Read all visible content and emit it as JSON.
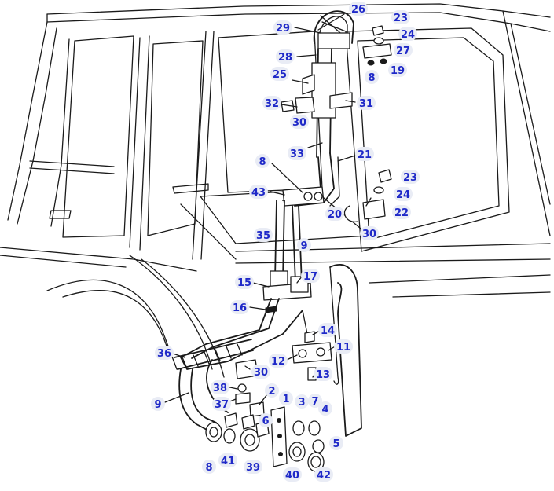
{
  "diagram": {
    "accent_color": "#1f29c8",
    "label_bg_color": "#e9ecf5",
    "callouts": [
      {
        "id": "c26a",
        "text": "26"
      },
      {
        "id": "c23a",
        "text": "23"
      },
      {
        "id": "c29",
        "text": "29"
      },
      {
        "id": "c24a",
        "text": "24"
      },
      {
        "id": "c27",
        "text": "27"
      },
      {
        "id": "c28",
        "text": "28"
      },
      {
        "id": "c8a",
        "text": "8"
      },
      {
        "id": "c19",
        "text": "19"
      },
      {
        "id": "c25",
        "text": "25"
      },
      {
        "id": "c32",
        "text": "32"
      },
      {
        "id": "c31",
        "text": "31"
      },
      {
        "id": "c30a",
        "text": "30"
      },
      {
        "id": "c33",
        "text": "33"
      },
      {
        "id": "c21",
        "text": "21"
      },
      {
        "id": "c8b",
        "text": "8"
      },
      {
        "id": "c23b",
        "text": "23"
      },
      {
        "id": "c43",
        "text": "43"
      },
      {
        "id": "c24b",
        "text": "24"
      },
      {
        "id": "c20",
        "text": "20"
      },
      {
        "id": "c22",
        "text": "22"
      },
      {
        "id": "c30b",
        "text": "30"
      },
      {
        "id": "c35",
        "text": "35"
      },
      {
        "id": "c9a",
        "text": "9"
      },
      {
        "id": "c15",
        "text": "15"
      },
      {
        "id": "c17",
        "text": "17"
      },
      {
        "id": "c16",
        "text": "16"
      },
      {
        "id": "c14",
        "text": "14"
      },
      {
        "id": "c11",
        "text": "11"
      },
      {
        "id": "c36",
        "text": "36"
      },
      {
        "id": "c12",
        "text": "12"
      },
      {
        "id": "c13",
        "text": "13"
      },
      {
        "id": "c30c",
        "text": "30"
      },
      {
        "id": "c38",
        "text": "38"
      },
      {
        "id": "c2",
        "text": "2"
      },
      {
        "id": "c1",
        "text": "1"
      },
      {
        "id": "c9b",
        "text": "9"
      },
      {
        "id": "c37",
        "text": "37"
      },
      {
        "id": "c3",
        "text": "3"
      },
      {
        "id": "c7",
        "text": "7"
      },
      {
        "id": "c4",
        "text": "4"
      },
      {
        "id": "c6",
        "text": "6"
      },
      {
        "id": "c5",
        "text": "5"
      },
      {
        "id": "c8c",
        "text": "8"
      },
      {
        "id": "c41",
        "text": "41"
      },
      {
        "id": "c39",
        "text": "39"
      },
      {
        "id": "c40",
        "text": "40"
      },
      {
        "id": "c42",
        "text": "42"
      }
    ]
  }
}
